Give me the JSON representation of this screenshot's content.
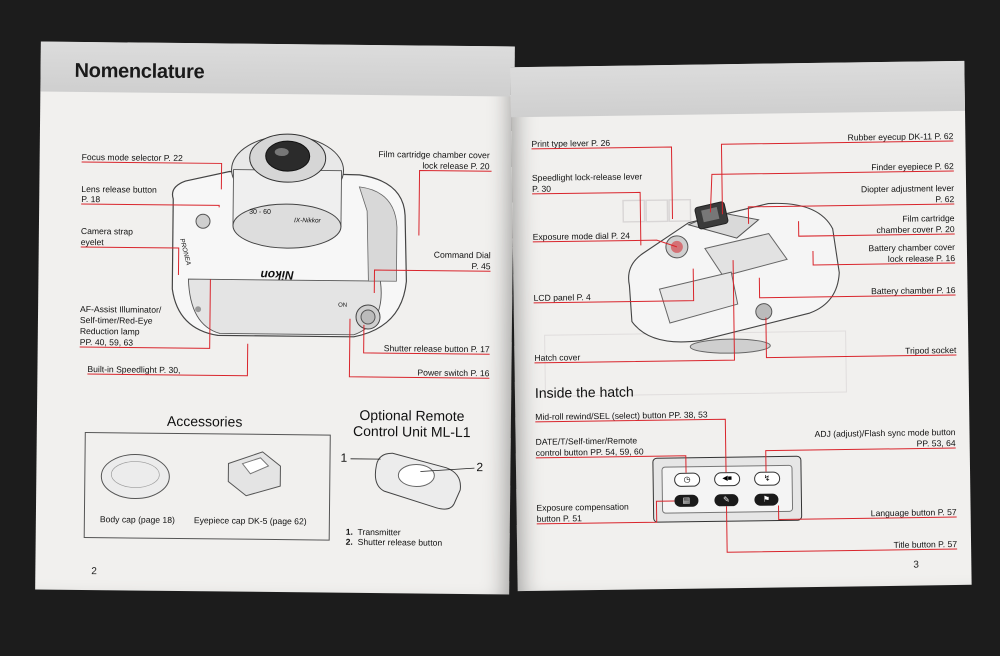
{
  "left_page": {
    "title": "Nomenclature",
    "labels": {
      "focus_mode": "Focus mode selector P. 22",
      "lens_release_1": "Lens release button",
      "lens_release_2": "P. 18",
      "strap_1": "Camera strap",
      "strap_2": "eyelet",
      "af_1": "AF-Assist Illuminator/",
      "af_2": "Self-timer/Red-Eye",
      "af_3": "Reduction lamp",
      "af_4": "PP. 40, 59, 63",
      "speedlight": "Built-in Speedlight P. 30,",
      "film_cover_1": "Film cartridge chamber cover",
      "film_cover_2": "lock release P. 20",
      "command_1": "Command Dial",
      "command_2": "P. 45",
      "shutter": "Shutter release button P. 17",
      "power": "Power switch P. 16"
    },
    "camera": {
      "brand": "Nikon",
      "model": "PRONEA",
      "lens_text": "IX-Nikkor",
      "zoom": "30 - 60",
      "switch": "ON"
    },
    "accessories": {
      "title": "Accessories",
      "body_cap": "Body cap (page 18)",
      "eyepiece_cap": "Eyepiece cap DK-5 (page 62)"
    },
    "remote": {
      "title_1": "Optional Remote",
      "title_2": "Control Unit ML-L1",
      "callout_1": "1",
      "callout_2": "2",
      "list": [
        {
          "num": "1.",
          "text": "Transmitter"
        },
        {
          "num": "2.",
          "text": "Shutter release button"
        }
      ]
    },
    "page_number": "2"
  },
  "right_page": {
    "labels": {
      "print_type": "Print type lever P. 26",
      "speedlight_lock_1": "Speedlight lock-release lever",
      "speedlight_lock_2": "P. 30",
      "exposure_mode": "Exposure mode dial P. 24",
      "lcd": "LCD panel P. 4",
      "hatch_cover": "Hatch cover",
      "rubber_eyecup": "Rubber eyecup DK-11 P. 62",
      "finder": "Finder eyepiece P. 62",
      "diopter_1": "Diopter adjustment lever",
      "diopter_2": "P. 62",
      "film_1": "Film cartridge",
      "film_2": "chamber cover P. 20",
      "battery_cover_1": "Battery chamber cover",
      "battery_cover_2": "lock release P. 16",
      "battery_chamber": "Battery chamber P. 16",
      "tripod": "Tripod socket"
    },
    "hatch": {
      "title": "Inside the hatch",
      "mid_roll": "Mid-roll rewind/SEL (select) button PP. 38, 53",
      "date_1": "DATE/T/Self-timer/Remote",
      "date_2": "control button PP. 54, 59, 60",
      "adj_1": "ADJ (adjust)/Flash sync mode button",
      "adj_2": "PP. 53, 64",
      "exp_comp_1": "Exposure compensation",
      "exp_comp_2": "button P. 51",
      "language": "Language button P. 57",
      "title_button": "Title button P. 57"
    },
    "page_number": "3"
  },
  "colors": {
    "accent": "#d9252c",
    "band": "#d4d4d4",
    "paper": "#f1f0ee"
  }
}
